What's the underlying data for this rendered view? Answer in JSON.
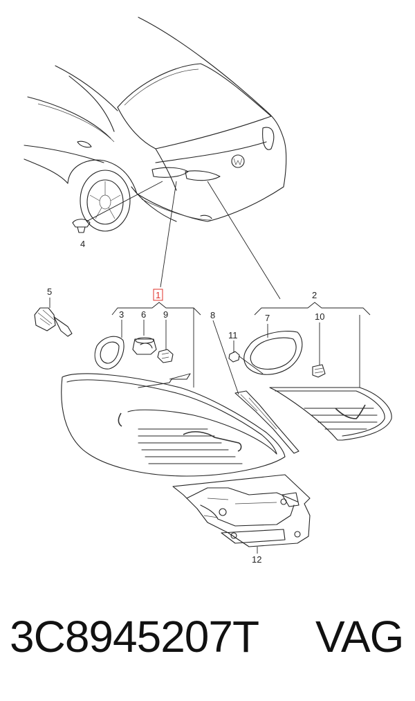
{
  "diagram": {
    "callouts": {
      "c1": "1",
      "c2": "2",
      "c3": "3",
      "c4": "4",
      "c5": "5",
      "c6": "6",
      "c7": "7",
      "c8": "8",
      "c9": "9",
      "c10": "10",
      "c11": "11",
      "c12": "12"
    },
    "highlight_color": "#e0302a",
    "line_color": "#222222"
  },
  "caption": {
    "part_number": "3C8945207T",
    "brand": "VAG"
  }
}
